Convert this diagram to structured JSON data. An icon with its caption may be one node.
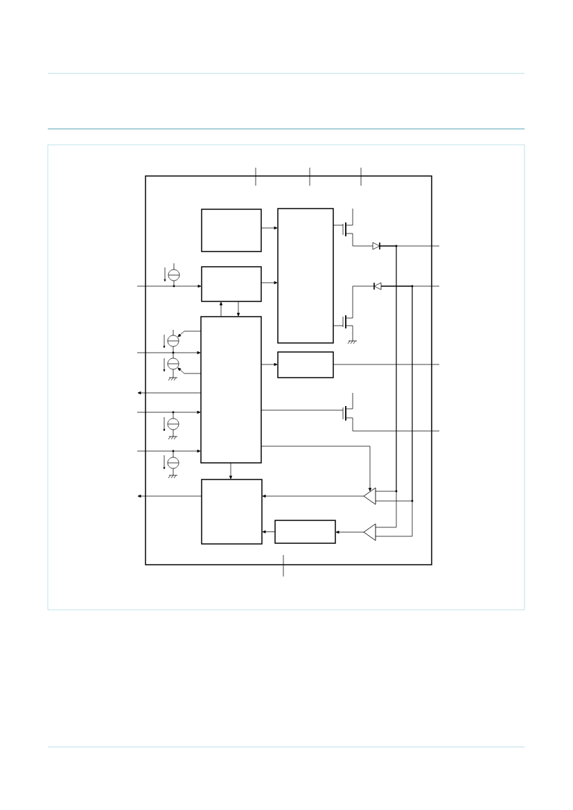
{
  "diagram": {
    "nodes": [
      {
        "text": [],
        "shape": "box"
      },
      {
        "text": [],
        "shape": "box",
        "in": 0
      },
      {
        "text": [],
        "shape": "box",
        "in": 0
      },
      {
        "text": [],
        "shape": "transistor",
        "in": 0
      },
      {
        "text": [],
        "shape": "diode",
        "in": 0
      },
      {
        "text": [],
        "shape": "circle",
        "in": 0
      },
      {
        "text": [],
        "shape": "box",
        "in": 0
      },
      {
        "text": [],
        "shape": "diode",
        "in": 0
      },
      {
        "text": [],
        "shape": "transistor",
        "in": 0
      },
      {
        "text": [],
        "shape": "box",
        "in": 0
      },
      {
        "text": [],
        "shape": "circle",
        "in": 0
      },
      {
        "text": [],
        "shape": "box",
        "in": 0
      },
      {
        "text": [],
        "shape": "circle",
        "in": 0
      },
      {
        "text": [],
        "shape": "transistor",
        "in": 0
      },
      {
        "text": [],
        "shape": "circle",
        "in": 0
      },
      {
        "text": [],
        "shape": "circle",
        "in": 0
      },
      {
        "text": [],
        "shape": "box",
        "in": 0
      },
      {
        "text": [],
        "shape": "triangle",
        "in": 0
      },
      {
        "text": [],
        "shape": "box",
        "in": 0
      },
      {
        "text": [],
        "shape": "triangle",
        "in": 0
      }
    ],
    "edges": [
      {
        "from": 1,
        "to": 2,
        "arrow": "to"
      },
      {
        "from": 6,
        "to": 2,
        "arrow": "to"
      },
      {
        "from": 9,
        "to": 6,
        "arrow": "to"
      },
      {
        "from": 6,
        "to": 9,
        "arrow": "to"
      },
      {
        "from": 9,
        "to": 11,
        "arrow": "to"
      },
      {
        "from": 9,
        "to": 16,
        "arrow": "to"
      },
      {
        "from": 17,
        "to": 16,
        "arrow": "to"
      },
      {
        "from": 18,
        "to": 16,
        "arrow": "to"
      },
      {
        "from": 19,
        "to": 18,
        "arrow": "to"
      },
      {
        "from": 9,
        "to": 17,
        "arrow": "to"
      },
      {
        "from": null,
        "to": 6,
        "arrow": "to"
      },
      {
        "from": null,
        "to": 9,
        "arrow": "to"
      },
      {
        "from": 9,
        "to": null,
        "arrow": "to"
      },
      {
        "from": null,
        "to": 9,
        "arrow": "to"
      },
      {
        "from": null,
        "to": 9,
        "arrow": "to"
      },
      {
        "from": 16,
        "to": null,
        "arrow": "to"
      },
      {
        "from": 11,
        "to": null,
        "arrow": "none"
      },
      {
        "from": 9,
        "to": 10,
        "arrow": "to"
      },
      {
        "from": 9,
        "to": 12,
        "arrow": "to"
      },
      {
        "from": 2,
        "to": 3,
        "arrow": "none"
      },
      {
        "from": 2,
        "to": 8,
        "arrow": "none"
      },
      {
        "from": 9,
        "to": 13,
        "arrow": "none"
      },
      {
        "from": 3,
        "to": 4,
        "arrow": "none"
      },
      {
        "from": 4,
        "to": null,
        "arrow": "none"
      },
      {
        "from": 4,
        "to": 19,
        "arrow": "none"
      },
      {
        "from": 4,
        "to": 17,
        "arrow": "none"
      },
      {
        "from": 8,
        "to": 7,
        "arrow": "none"
      },
      {
        "from": null,
        "to": 7,
        "arrow": "none"
      },
      {
        "from": 7,
        "to": 19,
        "arrow": "none"
      },
      {
        "from": 7,
        "to": 17,
        "arrow": "none"
      },
      {
        "from": 13,
        "to": null,
        "arrow": "none"
      }
    ]
  }
}
